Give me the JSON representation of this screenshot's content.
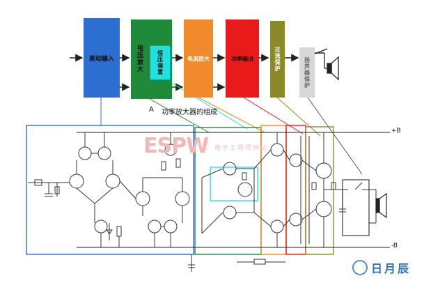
{
  "blocks": {
    "diff_input": "差动输入",
    "voltage_amp": "电压放大",
    "bias": "恒压偏置",
    "current_amp": "电流放大",
    "power_out": "功率输出",
    "overcurrent": "过流保护",
    "speaker_prot": "扬声器保护"
  },
  "caption": {
    "letter": "A",
    "text": "功率放大器的组成"
  },
  "rails": {
    "pos": "+B",
    "neg": "-B"
  },
  "watermark": {
    "logo": "ESPW",
    "sub": "电子工程师网站",
    "brand": "日月辰"
  },
  "colors": {
    "diff_input": "#2d6fd0",
    "voltage_amp": "#1e8a3a",
    "bias": "#22e0e0",
    "current_amp": "#f08a2a",
    "power_out": "#e81a1a",
    "overcurrent": "#8a8a2a",
    "speaker_prot": "#d8d8d8"
  }
}
